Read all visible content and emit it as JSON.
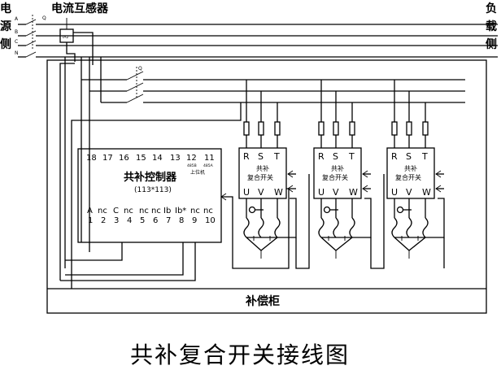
{
  "left_side": [
    "电",
    "源",
    "侧"
  ],
  "right_side": [
    "负",
    "载",
    "侧"
  ],
  "ct_label": "电流互感器",
  "phase_marks": [
    "A",
    "B",
    "C",
    "N"
  ],
  "ct_tag": "TA2",
  "controller": {
    "top_terminals": [
      "18",
      "17",
      "16",
      "15",
      "14",
      "13",
      "12",
      "11"
    ],
    "port_label_485b": "485B",
    "port_label_485a": "485A",
    "upper_link": "上位机",
    "title": "共补控制器",
    "model": "(113*113)",
    "bottom_labels": [
      "A",
      "nc",
      "C",
      "nc",
      "nc",
      "nc",
      "Ib",
      "Ib*",
      "nc",
      "nc"
    ],
    "bottom_terminals": [
      "1",
      "2",
      "3",
      "4",
      "5",
      "6",
      "7",
      "8",
      "9",
      "10"
    ]
  },
  "switch": {
    "phases": [
      "R",
      "S",
      "T"
    ],
    "outputs": [
      "U",
      "V",
      "W"
    ],
    "name_line1": "共补",
    "name_line2": "复合开关"
  },
  "cabinet_label": "补偿柜",
  "diagram_title": "共补复合开关接线图"
}
